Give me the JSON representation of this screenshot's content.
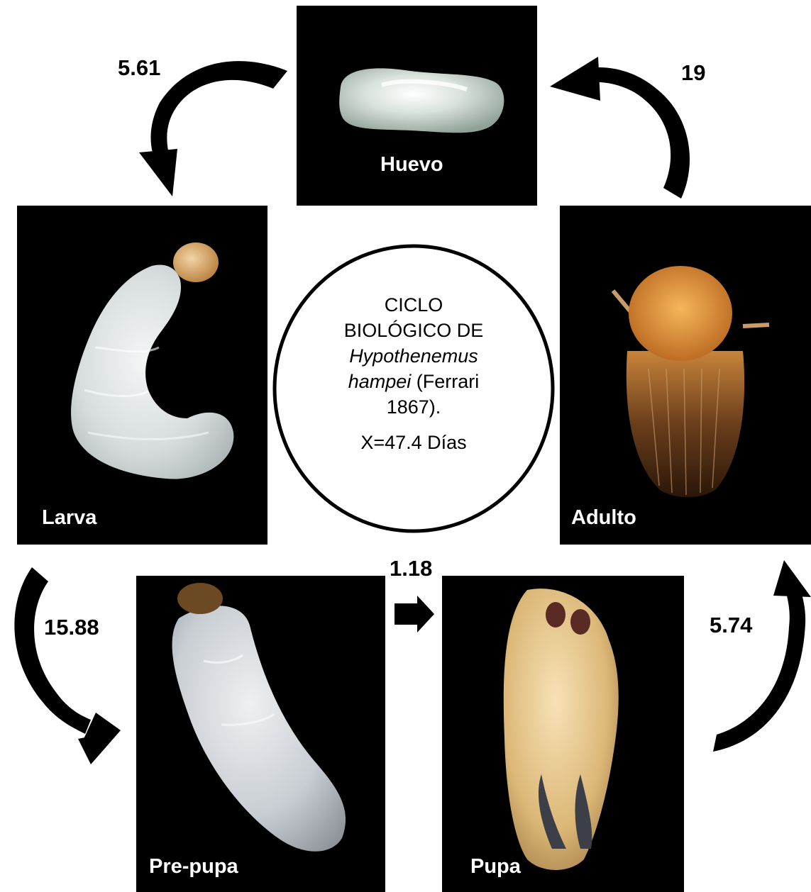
{
  "stages": {
    "egg": {
      "label": "Huevo"
    },
    "larva": {
      "label": "Larva"
    },
    "adult": {
      "label": "Adulto"
    },
    "prepupa": {
      "label": "Pre-pupa"
    },
    "pupa": {
      "label": "Pupa"
    }
  },
  "durations": {
    "egg_to_larva": "5.61",
    "adult_to_egg": "19",
    "larva_to_prepupa": "15.88",
    "prepupa_to_pupa": "1.18",
    "pupa_to_adult": "5.74"
  },
  "center": {
    "line1": "CICLO",
    "line2": "BIOLÓGICO DE",
    "species_genus": "Hypothenemus",
    "species_epithet": "hampei",
    "author": " (Ferrari",
    "year": "1867).",
    "mean": "X=47.4 Días"
  },
  "colors": {
    "panel_background": "#000000",
    "arrow": "#000000",
    "label_text": "#ffffff"
  }
}
